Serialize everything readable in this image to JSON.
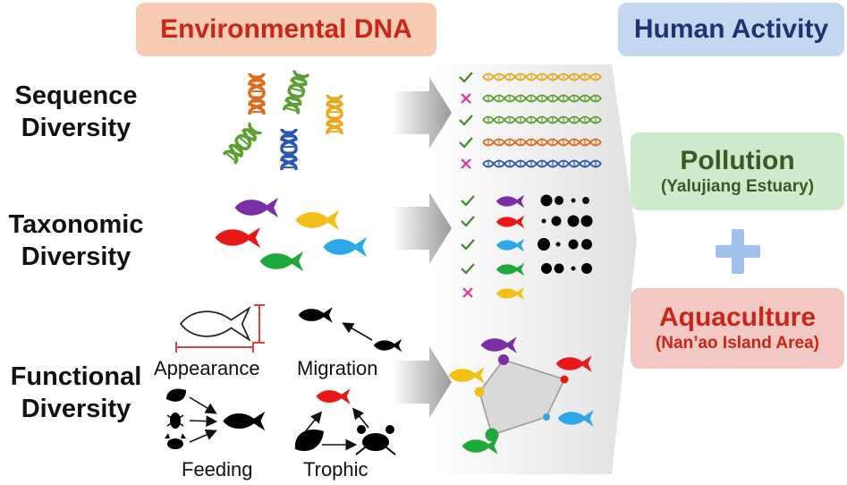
{
  "header": {
    "environmental_dna": "Environmental DNA",
    "human_activity": "Human Activity"
  },
  "rows": {
    "sequence": "Sequence Diversity",
    "taxonomic": "Taxonomic Diversity",
    "functional": "Functional Diversity"
  },
  "functional_captions": {
    "appearance": "Appearance",
    "migration": "Migration",
    "feeding": "Feeding",
    "trophic": "Trophic"
  },
  "pollution": {
    "title": "Pollution",
    "subtitle": "(Yalujiang Estuary)"
  },
  "aquaculture": {
    "title": "Aquaculture",
    "subtitle": "(Nan’ao Island Area)"
  },
  "plus_symbol": "+",
  "colors": {
    "check": "#3d8a2a",
    "cross": "#e0309a",
    "orange": "#e06a1b",
    "green": "#5aa032",
    "yellow": "#e8a820",
    "blue": "#2a55b5",
    "purple": "#7a2ea8",
    "red": "#e81818",
    "sky": "#2ea8e8",
    "fishgreen": "#1fa83c",
    "gold": "#f2c018"
  },
  "sequence_marks": [
    "check",
    "cross",
    "check",
    "check",
    "cross"
  ],
  "taxonomic_marks": [
    "check",
    "check",
    "check",
    "check",
    "cross"
  ]
}
